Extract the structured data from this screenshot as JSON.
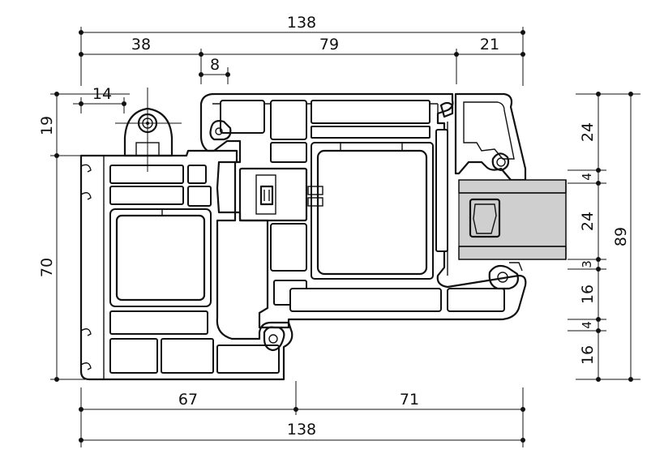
{
  "dimensions": {
    "top_total": "138",
    "top_left": "38",
    "top_mid": "79",
    "top_right": "21",
    "small_offset": "8",
    "hinge_offset": "14",
    "left_upper": "19",
    "left_lower": "70",
    "bottom_left": "67",
    "bottom_right": "71",
    "bottom_total": "138",
    "right_glass_top": "24",
    "right_gap1": "4",
    "right_glass_mid": "24",
    "right_gap2": "3",
    "right_seg1": "16",
    "right_gap3": "4",
    "right_seg2": "16",
    "right_total": "89"
  },
  "colors": {
    "line": "#111111",
    "glass": "#cfcfcf",
    "background": "#ffffff"
  }
}
